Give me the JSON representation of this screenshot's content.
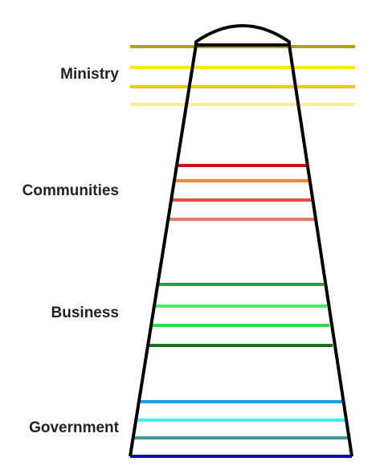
{
  "diagram": {
    "outline_color": "#000000",
    "groups": [
      {
        "label": "Ministry",
        "lines": [
          {
            "color": "#b3a200"
          },
          {
            "color": "#ffe800"
          },
          {
            "color": "#f0c800"
          },
          {
            "color": "#f8ee9c"
          }
        ]
      },
      {
        "label": "Communities",
        "lines": [
          {
            "color": "#c81414"
          },
          {
            "color": "#ee8a3a"
          },
          {
            "color": "#e0503c"
          },
          {
            "color": "#f0786a"
          }
        ]
      },
      {
        "label": "Business",
        "lines": [
          {
            "color": "#2e9a4a"
          },
          {
            "color": "#44ee6a"
          },
          {
            "color": "#2fd840"
          },
          {
            "color": "#1c6e1c"
          }
        ]
      },
      {
        "label": "Government",
        "lines": [
          {
            "color": "#1a9ee0"
          },
          {
            "color": "#4ae8f8"
          },
          {
            "color": "#3a9aa0"
          },
          {
            "color": "#1010a0"
          }
        ]
      }
    ]
  }
}
